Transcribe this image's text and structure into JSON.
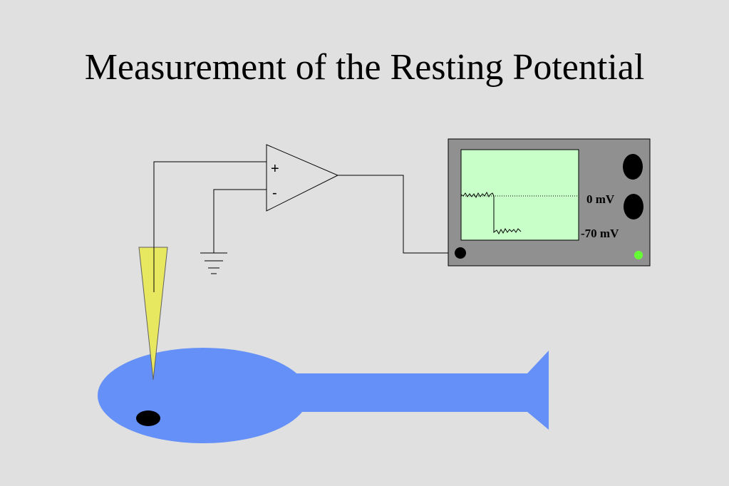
{
  "slide": {
    "title": "Measurement of the Resting Potential"
  },
  "amplifier": {
    "plus_label": "+",
    "minus_label": "-"
  },
  "oscilloscope": {
    "zero_label": "0 mV",
    "resting_label": "-70 mV",
    "screen_color": "#c8ffc8",
    "body_color": "#909090",
    "indicator_color": "#66ff33"
  },
  "neuron": {
    "color": "#6490f7"
  },
  "electrode": {
    "color": "#e8e860"
  }
}
